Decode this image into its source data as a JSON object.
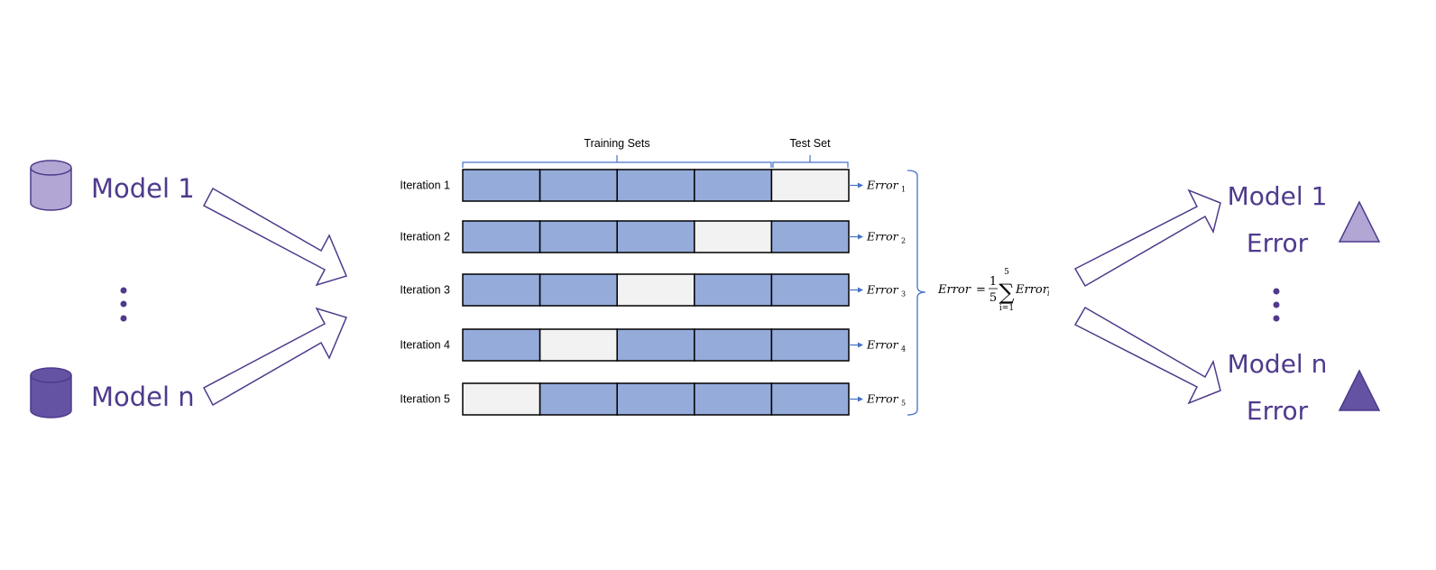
{
  "inputs": {
    "model_1": "Model 1",
    "model_n": "Model n",
    "ellipsis": "⋮"
  },
  "cv": {
    "training_sets_label": "Training Sets",
    "test_set_label": "Test Set",
    "iterations": [
      {
        "label": "Iteration 1",
        "test_fold": 5,
        "error": "Error",
        "sub": "1"
      },
      {
        "label": "Iteration 2",
        "test_fold": 4,
        "error": "Error",
        "sub": "2"
      },
      {
        "label": "Iteration 3",
        "test_fold": 3,
        "error": "Error",
        "sub": "3"
      },
      {
        "label": "Iteration 4",
        "test_fold": 2,
        "error": "Error",
        "sub": "4"
      },
      {
        "label": "Iteration 5",
        "test_fold": 1,
        "error": "Error",
        "sub": "5"
      }
    ],
    "folds_per_row": 5
  },
  "formula": {
    "lhs": "Error",
    "equals": "=",
    "numerator": "1",
    "denominator": "5",
    "sum_symbol": "∑",
    "sum_upper": "5",
    "sum_lower": "i=1",
    "term": "Error",
    "term_sub": "i"
  },
  "outputs": {
    "model_1_line1": "Model 1",
    "model_1_line2": "Error",
    "model_n_line1": "Model n",
    "model_n_line2": "Error",
    "ellipsis": "⋮"
  },
  "colors": {
    "purple_text": "#4f3a8c",
    "light_purple": "#b1a6d4",
    "dark_purple": "#6452a3",
    "train_fold": "#95abda",
    "test_fold": "#f2f2f2",
    "bracket_blue": "#4472c4"
  }
}
